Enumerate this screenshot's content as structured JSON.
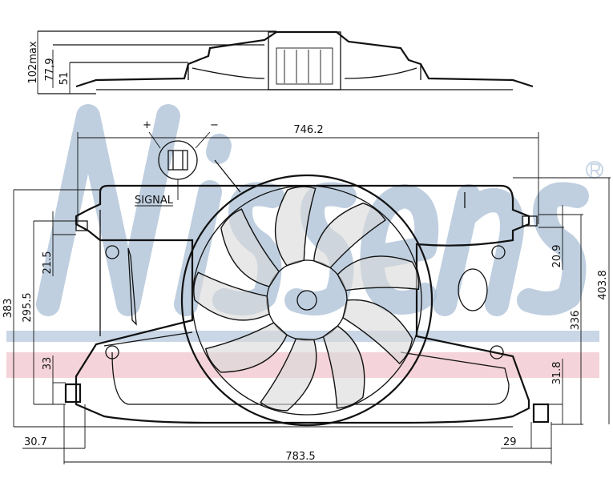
{
  "watermark": {
    "brand": "Nissens",
    "registered": "®",
    "color": "#a9bfd6",
    "band_blue": "#c8d6e6",
    "band_pink": "#f1c9d1"
  },
  "top_view": {
    "dims": {
      "max_height": "102max",
      "h2": "77,9",
      "h3": "51"
    }
  },
  "connector": {
    "plus": "+",
    "minus": "−",
    "signal": "SIGNAL"
  },
  "dimensions": {
    "mount_width": "746.2",
    "overall_width": "783.5",
    "overall_height_left": "383",
    "left_mount_height": "295.5",
    "left_top_offset": "21.5",
    "left_bottom_offset": "33",
    "left_foot": "30.7",
    "right_foot": "29",
    "right_bottom_offset": "31.8",
    "right_top_offset": "20.9",
    "right_mount_height": "336",
    "overall_height_right": "403.8"
  }
}
